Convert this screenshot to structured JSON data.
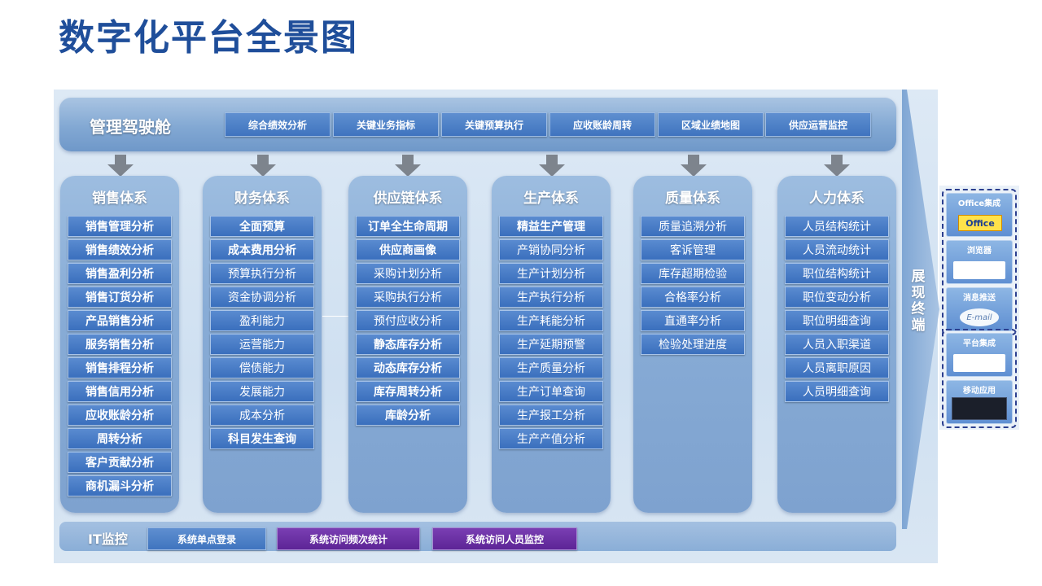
{
  "title": "数字化平台全景图",
  "cockpit": {
    "title": "管理驾驶舱",
    "buttons": [
      "综合绩效分析",
      "关键业务指标",
      "关键预算执行",
      "应收账龄周转",
      "区域业绩地图",
      "供应运营监控"
    ]
  },
  "columns": [
    {
      "title": "销售体系",
      "items": [
        "销售管理分析",
        "销售绩效分析",
        "销售盈利分析",
        "销售订货分析",
        "产品销售分析",
        "服务销售分析",
        "销售排程分析",
        "销售信用分析",
        "应收账龄分析",
        "周转分析",
        "客户贡献分析",
        "商机漏斗分析"
      ]
    },
    {
      "title": "财务体系",
      "items": [
        "全面预算",
        "成本费用分析",
        "预算执行分析",
        "资金协调分析",
        "盈利能力",
        "运营能力",
        "偿债能力",
        "发展能力",
        "成本分析",
        "科目发生查询"
      ]
    },
    {
      "title": "供应链体系",
      "items": [
        "订单全生命周期",
        "供应商画像",
        "采购计划分析",
        "采购执行分析",
        "预付应收分析",
        "静态库存分析",
        "动态库存分析",
        "库存周转分析",
        "库龄分析"
      ]
    },
    {
      "title": "生产体系",
      "items": [
        "精益生产管理",
        "产销协同分析",
        "生产计划分析",
        "生产执行分析",
        "生产耗能分析",
        "生产延期预警",
        "生产质量分析",
        "生产订单查询",
        "生产报工分析",
        "生产产值分析"
      ]
    },
    {
      "title": "质量体系",
      "items": [
        "质量追溯分析",
        "客诉管理",
        "库存超期检验",
        "合格率分析",
        "直通率分析",
        "检验处理进度"
      ]
    },
    {
      "title": "人力体系",
      "items": [
        "人员结构统计",
        "人员流动统计",
        "职位结构统计",
        "职位变动分析",
        "职位明细查询",
        "人员入职渠道",
        "人员离职原因",
        "人员明细查询"
      ]
    }
  ],
  "terminal": {
    "label": "展现终端",
    "group1": [
      "Office集成",
      "浏览器",
      "消息推送"
    ],
    "office_badge": "Office",
    "email_label": "E-mail",
    "group2": [
      "平台集成",
      "移动应用"
    ]
  },
  "it_monitor": {
    "title": "IT监控",
    "buttons": [
      "系统单点登录",
      "系统访问频次统计",
      "系统访问人员监控"
    ]
  },
  "colors": {
    "title": "#1f4e9a",
    "item_blue": "#3f74bf",
    "item_purple": "#5d2596",
    "panel": "#88acd6"
  }
}
